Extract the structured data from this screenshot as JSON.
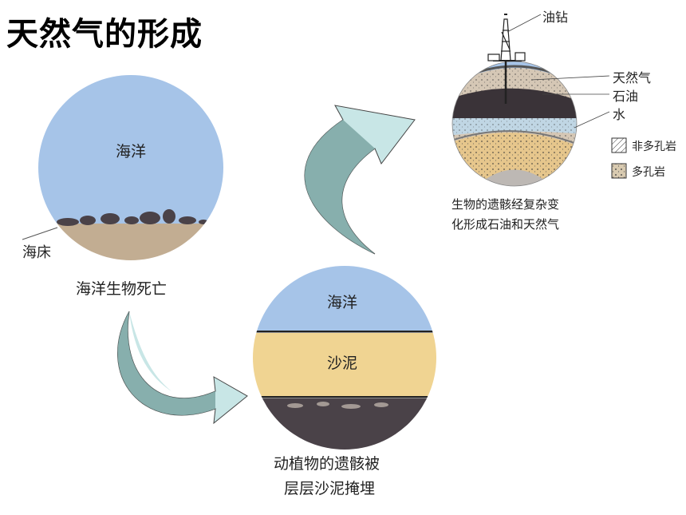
{
  "title": "天然气的形成",
  "stage1": {
    "ocean": "海洋",
    "seabed": "海床",
    "caption": "海洋生物死亡"
  },
  "stage2": {
    "ocean": "海洋",
    "mud": "沙泥",
    "caption_line1": "动植物的遗骸被",
    "caption_line2": "层层沙泥掩埋"
  },
  "stage3": {
    "rig": "油钻",
    "gas": "天然气",
    "oil": "石油",
    "water": "水",
    "legend_nonporous": "非多孔岩",
    "legend_porous": "多孔岩",
    "caption_line1": "生物的遗骸经复杂变",
    "caption_line2": "化形成石油和天然气"
  },
  "colors": {
    "ocean": "#a6c4e8",
    "seabed": "#c2ad92",
    "mud": "#f0d492",
    "debris": "#4a4248",
    "arrow_fill": "#c8e6e6",
    "arrow_shade": "#7fa8a6"
  }
}
